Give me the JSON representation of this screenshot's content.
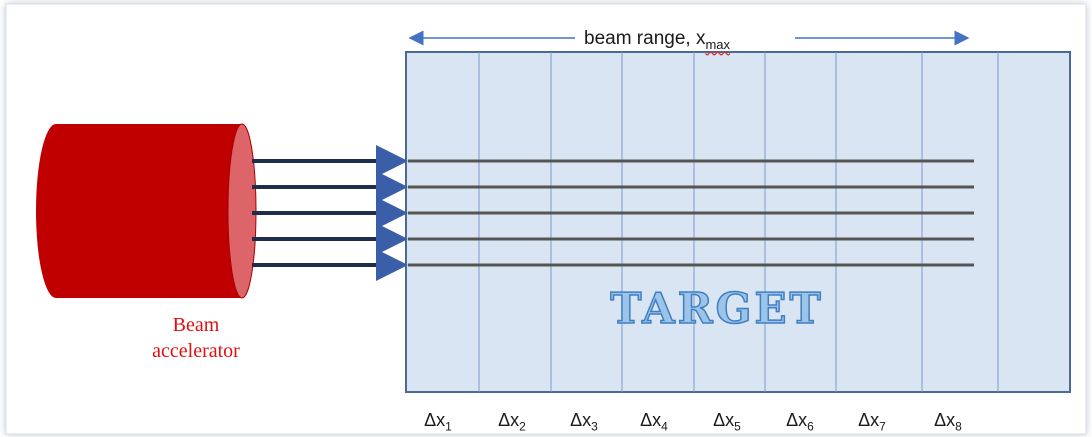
{
  "accelerator": {
    "label_line1": "Beam",
    "label_line2": "accelerator",
    "body_color": "#c00000",
    "face_color": "#dd6468"
  },
  "beam_range": {
    "label": "beam range, x",
    "subscript": "max"
  },
  "target": {
    "label": "TARGET",
    "fill_color": "#dae5f4",
    "border_color": "#4a6a94",
    "segments": [
      {
        "label": "Δx",
        "sub": "1"
      },
      {
        "label": "Δx",
        "sub": "2"
      },
      {
        "label": "Δx",
        "sub": "3"
      },
      {
        "label": "Δx",
        "sub": "4"
      },
      {
        "label": "Δx",
        "sub": "5"
      },
      {
        "label": "Δx",
        "sub": "6"
      },
      {
        "label": "Δx",
        "sub": "7"
      },
      {
        "label": "Δx",
        "sub": "8"
      }
    ]
  },
  "beams": {
    "count": 5,
    "arrow_color": "#1f2d4d",
    "track_color": "#555555"
  }
}
